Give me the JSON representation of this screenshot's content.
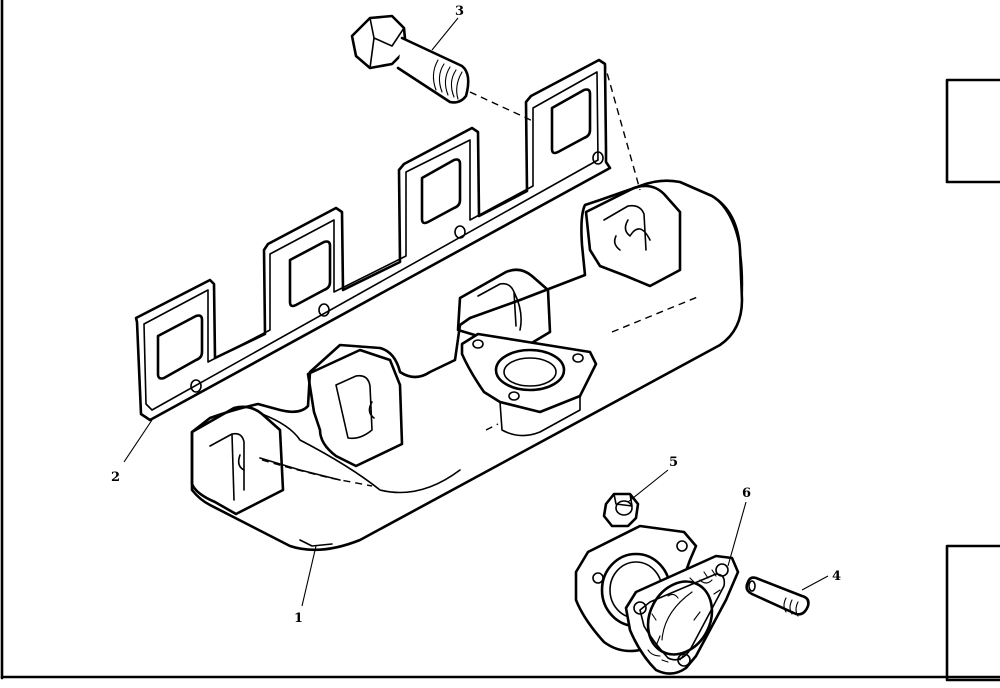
{
  "callouts": [
    {
      "id": "manifold",
      "number": "1"
    },
    {
      "id": "gasket",
      "number": "2"
    },
    {
      "id": "bolt",
      "number": "3"
    },
    {
      "id": "stud",
      "number": "4"
    },
    {
      "id": "nut",
      "number": "5"
    },
    {
      "id": "flange-gasket",
      "number": "6"
    }
  ],
  "colors": {
    "line": "#000000",
    "background": "#ffffff"
  }
}
